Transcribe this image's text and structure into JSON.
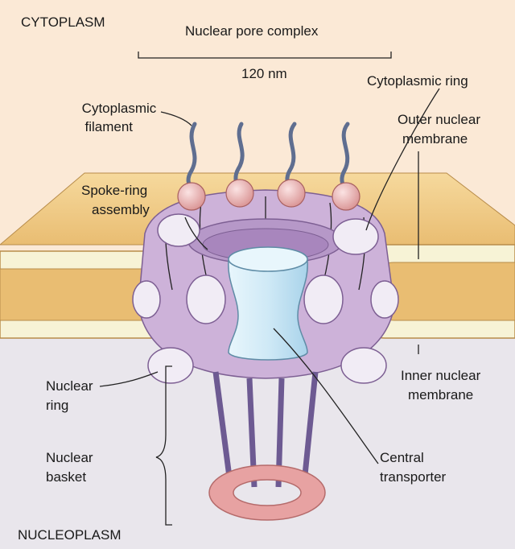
{
  "regions": {
    "cytoplasm": "CYTOPLASM",
    "nucleoplasm": "NUCLEOPLASM"
  },
  "scale": {
    "title": "Nuclear pore complex",
    "size": "120 nm"
  },
  "labels": {
    "cytoplasmic_filament": [
      "Cytoplasmic",
      "filament"
    ],
    "cytoplasmic_ring": "Cytoplasmic ring",
    "outer_nuclear_membrane": [
      "Outer nuclear",
      "membrane"
    ],
    "spoke_ring_assembly": [
      "Spoke-ring",
      "assembly"
    ],
    "inner_nuclear_membrane": [
      "Inner nuclear",
      "membrane"
    ],
    "nuclear_ring": [
      "Nuclear",
      "ring"
    ],
    "nuclear_basket": [
      "Nuclear",
      "basket"
    ],
    "central_transporter": [
      "Central",
      "transporter"
    ]
  },
  "colors": {
    "cytoplasm_bg": "#fbe9d6",
    "nucleoplasm_bg": "#e9e6ec",
    "membrane": "#f2cf8e",
    "membrane_edge": "#c79a52",
    "lumen": "#f7f3d6",
    "complex": "#cdb2d9",
    "complex_dark": "#9b7bb0",
    "transporter": "#cfe9f6",
    "filament": "#5f6e90",
    "knob": "#e9b3b3",
    "basket_ring": "#e7a2a2"
  }
}
